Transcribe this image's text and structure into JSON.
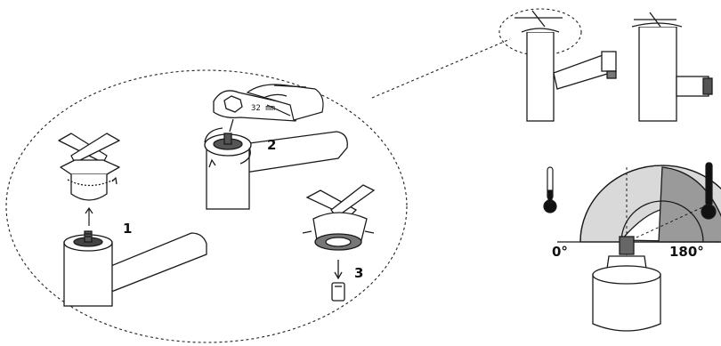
{
  "steps": {
    "one": "1",
    "two": "2",
    "three": "3"
  },
  "wrench": {
    "size_label": "32 mm."
  },
  "temperature": {
    "angle_min": "0°",
    "angle_max": "180°"
  },
  "icons": [
    "cold-thermometer-icon",
    "hot-thermometer-icon"
  ],
  "colors": {
    "line": "#1a1a1a",
    "cold_zone": "#d9d9d9",
    "hot_zone": "#9a9a9a"
  }
}
